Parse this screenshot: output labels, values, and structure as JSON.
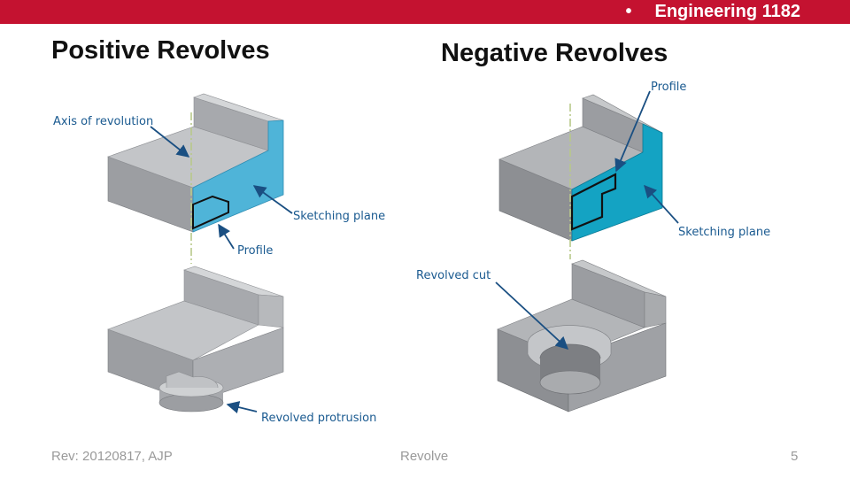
{
  "header": {
    "bullet": "•",
    "course": "Engineering 1182"
  },
  "titles": {
    "positive": "Positive Revolves",
    "negative": "Negative Revolves"
  },
  "labels": {
    "axis_of_revolution": "Axis of revolution",
    "sketching_plane_left": "Sketching plane",
    "profile_left": "Profile",
    "revolved_protrusion": "Revolved protrusion",
    "profile_right": "Profile",
    "sketching_plane_right": "Sketching plane",
    "revolved_cut": "Revolved cut"
  },
  "footer": {
    "rev": "Rev: 20120817, AJP",
    "topic": "Revolve",
    "page": "5"
  },
  "colors": {
    "brand_red": "#c41230",
    "sketch_plane_blue": "#4fb4d8",
    "sketch_plane_teal": "#14a3c3",
    "label_blue": "#1a5a90",
    "axis_green": "#b8c98a"
  }
}
